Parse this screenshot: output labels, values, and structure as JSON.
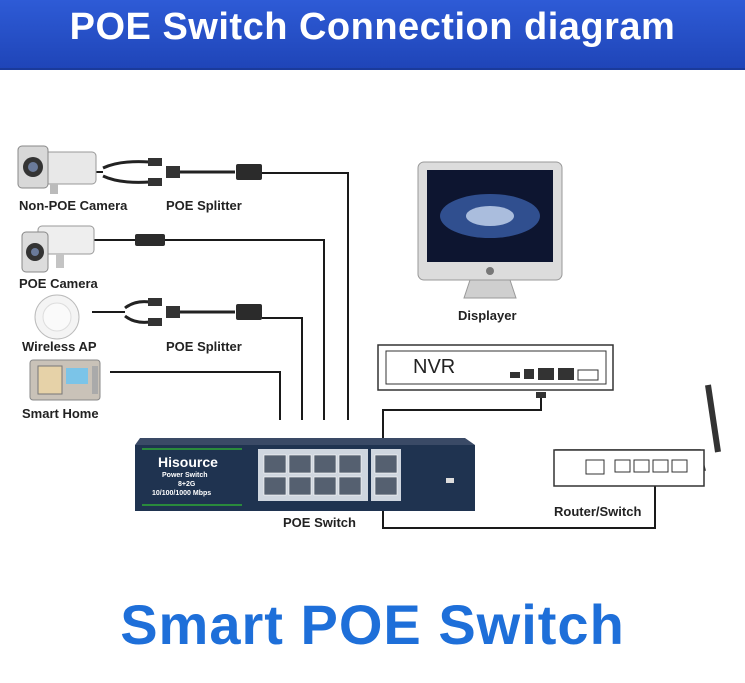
{
  "header": {
    "title": "POE Switch Connection diagram"
  },
  "devices": {
    "non_poe_camera": "Non-POE Camera",
    "poe_splitter_1": "POE Splitter",
    "poe_camera": "POE Camera",
    "wireless_ap": "Wireless AP",
    "poe_splitter_2": "POE Splitter",
    "smart_home": "Smart Home",
    "displayer": "Displayer",
    "nvr": "NVR",
    "router": "Router/Switch",
    "poe_switch": "POE Switch"
  },
  "switch_panel": {
    "brand": "Hisource",
    "model_line1": "Power Switch",
    "model_line2": "8+2G",
    "model_line3": "10/100/1000 Mbps"
  },
  "footer": {
    "title": "Smart POE Switch"
  },
  "colors": {
    "header_bg": "#2456cc",
    "footer_text": "#1e6fd9",
    "switch_body": "#1f3350",
    "switch_stripe": "#2a8a3c"
  }
}
